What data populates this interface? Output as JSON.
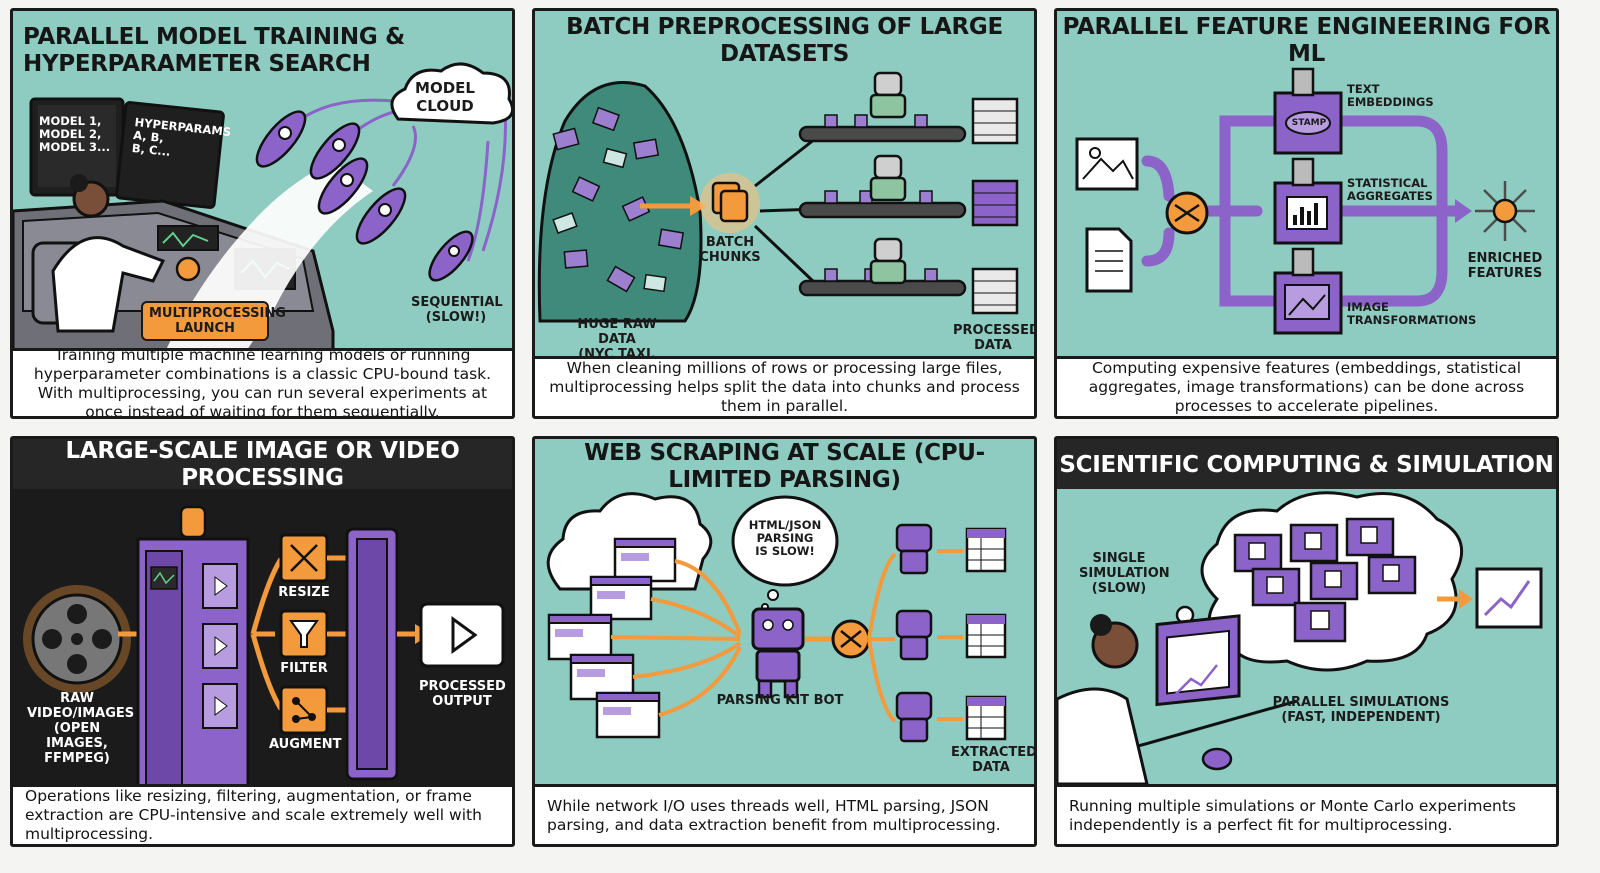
{
  "colors": {
    "teal": "#8ecbc1",
    "purple": "#8b63c9",
    "orange": "#f39a3c",
    "dark": "#1c1b1b",
    "ink": "#1a1a1a"
  },
  "panels": [
    {
      "title": "PARALLEL MODEL TRAINING &\nHYPERPARAMETER SEARCH",
      "labels": {
        "screen1": "MODEL 1,\nMODEL 2,\nMODEL 3...",
        "screen2": "HYPERPARAMS\nA, B,\nB, C...",
        "cloud": "MODEL\nCLOUD",
        "launch": "MULTIPROCESSING\nLAUNCH",
        "sequential": "SEQUENTIAL\n(SLOW!)"
      },
      "icons": [
        "computer-monitor-icon",
        "rocket-icon",
        "cloud-icon",
        "scientist-icon"
      ],
      "caption": "Training multiple machine learning models or running hyperparameter combinations is a classic CPU-bound task. With multiprocessing, you can run several experiments at once instead of waiting for them sequentially."
    },
    {
      "title": "BATCH PREPROCESSING OF LARGE DATASETS",
      "labels": {
        "raw": "HUGE RAW DATA\n(NYC TAXI, YELP)",
        "batch": "BATCH\nCHUNKS",
        "processed": "PROCESSED\nDATA"
      },
      "icons": [
        "paper-pile-icon",
        "chunks-icon",
        "conveyor-belt-icon",
        "robot-icon",
        "data-stack-icon"
      ],
      "caption": "When cleaning millions of rows or processing large files, multiprocessing helps split the data into chunks and process them in parallel."
    },
    {
      "title": "PARALLEL FEATURE ENGINEERING FOR ML",
      "labels": {
        "text": "TEXT\nEMBEDDINGS",
        "stamp": "STAMP",
        "stat": "STATISTICAL\nAGGREGATES",
        "image": "IMAGE\nTRANSFORMATIONS",
        "enriched": "ENRICHED\nFEATURES"
      },
      "icons": [
        "image-icon",
        "document-icon",
        "shuffle-icon",
        "machine-box-icon",
        "star-burst-icon"
      ],
      "caption": "Computing expensive features (embeddings, statistical aggregates, image transformations) can be done across processes to accelerate pipelines."
    },
    {
      "title": "LARGE-SCALE IMAGE OR VIDEO PROCESSING",
      "labels": {
        "raw": "RAW\nVIDEO/IMAGES\n(OPEN IMAGES,\nFFMPEG)",
        "resize": "RESIZE",
        "filter": "FILTER",
        "augment": "AUGMENT",
        "output": "PROCESSED\nOUTPUT"
      },
      "icons": [
        "film-reel-icon",
        "server-tower-icon",
        "resize-icon",
        "filter-icon",
        "augment-icon",
        "play-icon"
      ],
      "caption": "Operations like resizing, filtering, augmentation, or frame extraction are CPU-intensive and scale extremely well with multiprocessing."
    },
    {
      "title": "WEB SCRAPING AT SCALE (CPU-LIMITED PARSING)",
      "labels": {
        "bubble": "HTML/JSON\nPARSING\nIS SLOW!",
        "bot": "PARSING KIT BOT",
        "extracted": "EXTRACTED\nDATA"
      },
      "icons": [
        "cloud-icon",
        "browser-window-icon",
        "robot-icon",
        "shuffle-icon",
        "table-icon"
      ],
      "caption": "While network I/O uses threads well, HTML parsing, JSON parsing, and data extraction benefit from multiprocessing."
    },
    {
      "title": "SCIENTIFIC COMPUTING & SIMULATION",
      "labels": {
        "single": "SINGLE\nSIMULATION\n(SLOW)",
        "parallel": "PARALLEL SIMULATIONS\n(FAST, INDEPENDENT)"
      },
      "icons": [
        "thought-cloud-icon",
        "computer-dice-icon",
        "chart-up-icon",
        "scientist-icon"
      ],
      "caption": "Running multiple simulations or Monte Carlo experiments independently is a perfect fit for multiprocessing."
    }
  ]
}
